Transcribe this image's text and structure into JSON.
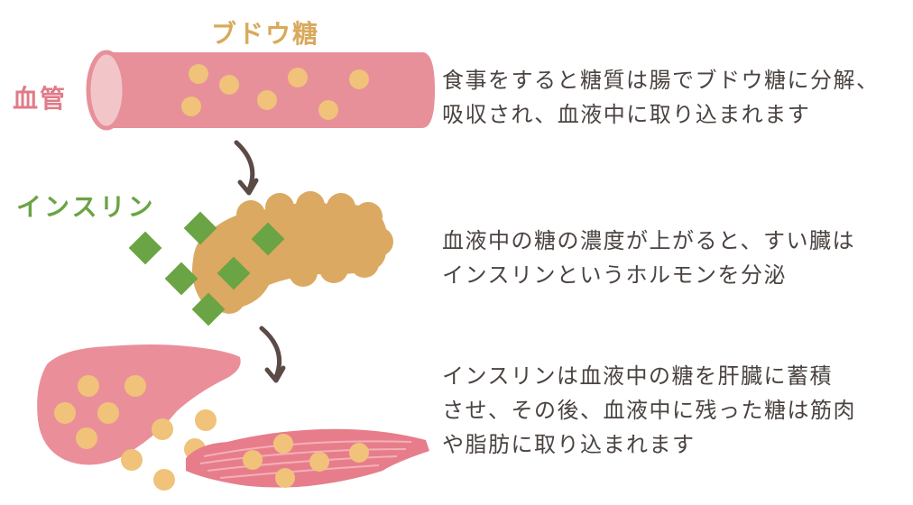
{
  "labels": {
    "glucose": "ブドウ糖",
    "blood_vessel": "血管",
    "insulin": "インスリン"
  },
  "steps": [
    {
      "lines": [
        "食事をすると糖質は腸でブドウ糖に分解、",
        "吸収され、血液中に取り込まれます"
      ]
    },
    {
      "lines": [
        "血液中の糖の濃度が上がると、すい臓は",
        "インスリンというホルモンを分泌"
      ]
    },
    {
      "lines": [
        "インスリンは血液中の糖を肝臓に蓄積",
        "させ、その後、血液中に残った糖は筋肉",
        "や脂肪に取り込まれます"
      ]
    }
  ],
  "colors": {
    "vessel": "#e7909a",
    "vessel_end": "#f2c6c9",
    "glucose": "#f0c27a",
    "pancreas": "#dba962",
    "insulin": "#6aa444",
    "liver": "#ea8f9a",
    "muscle": "#e77d8b",
    "arrow": "#5b4a45"
  }
}
